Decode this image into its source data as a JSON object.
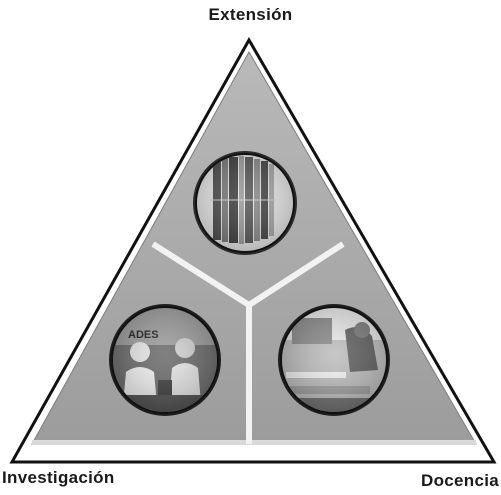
{
  "diagram": {
    "labels": {
      "top": "Extensión",
      "left": "Investigación",
      "right": "Docencia"
    },
    "colors": {
      "triangle_fill": "#a7a7a7",
      "triangle_shade": "#8f8f8f",
      "divider": "#f2f2f2",
      "outline": "#111111"
    },
    "photos": {
      "top": "library-bookshelf-photo",
      "left": "researchers-lab-photo",
      "right": "classroom-teaching-photo"
    }
  }
}
